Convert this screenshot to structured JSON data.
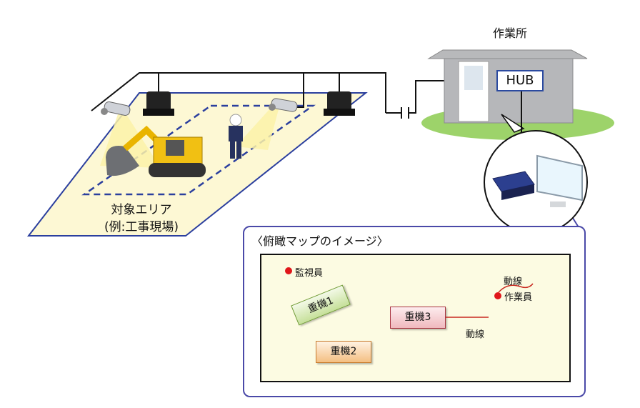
{
  "site": {
    "area_label_line1": "対象エリア",
    "area_label_line2": "(例:工事現場)"
  },
  "office": {
    "label": "作業所",
    "hub_label": "HUB"
  },
  "map": {
    "title": "〈俯瞰マップのイメージ〉",
    "guard_label": "監視員",
    "worker_label": "作業員",
    "path_label_worker": "動線",
    "path_label_machine": "動線",
    "machine1": "重機1",
    "machine2": "重機2",
    "machine3": "重機3"
  },
  "colors": {
    "area_fill": "#fdf8d4",
    "area_border": "#2b3f9e",
    "panel_border": "#4a49a8",
    "dot": "#e0161a",
    "path_line": "#c8281f",
    "grass": "#9dd36a"
  },
  "icons": [
    "camera-icon",
    "antenna-icon",
    "excavator-icon",
    "bulldozer-icon",
    "worker-icon",
    "office-building-icon",
    "router-icon",
    "monitor-icon"
  ]
}
